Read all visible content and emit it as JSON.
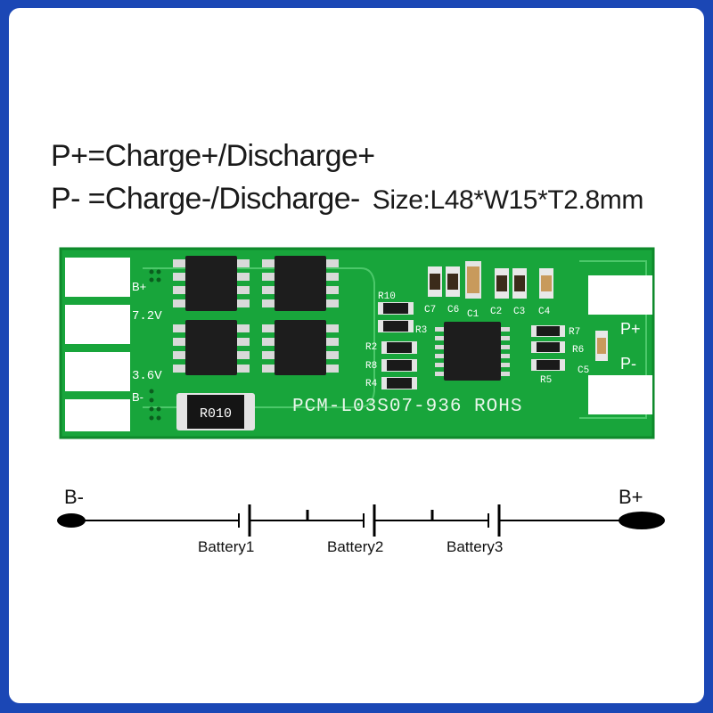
{
  "legend": {
    "line1": "P+=Charge+/Discharge+",
    "line2": "P- =Charge-/Discharge-",
    "size": "Size:L48*W15*T2.8mm"
  },
  "board": {
    "silk_b_plus": "B+",
    "silk_7v2": "7.2V",
    "silk_3v6": "3.6V",
    "silk_b_minus": "B-",
    "pad_p_plus": "P+",
    "pad_p_minus": "P-",
    "model": "PCM-L03S07-936 ROHS",
    "shunt": "R010",
    "refs": [
      "R10",
      "R3",
      "R2",
      "R8",
      "R4",
      "R7",
      "R6",
      "R5",
      "C7",
      "C6",
      "C1",
      "C2",
      "C3",
      "C4",
      "C5"
    ],
    "colors": {
      "pcb": "#17a43a",
      "pcb_dark": "#0f8a2c",
      "pad": "#ffffff",
      "chip": "#1d1d1d"
    }
  },
  "schematic": {
    "neg_label": "B-",
    "pos_label": "B+",
    "batteries": [
      "Battery1",
      "Battery2",
      "Battery3"
    ]
  }
}
